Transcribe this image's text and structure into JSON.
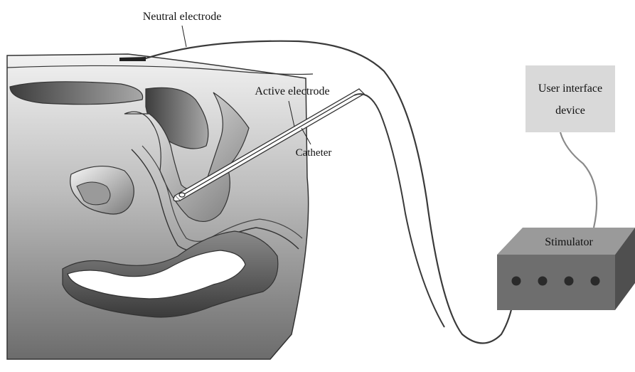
{
  "labels": {
    "neutral_electrode": "Neutral electrode",
    "active_electrode": "Active electrode",
    "catheter": "Catheter",
    "ui_device_line1": "User interface",
    "ui_device_line2": "device",
    "stimulator": "Stimulator"
  },
  "stimulator": {
    "port_count": 4
  },
  "colors": {
    "cable": "#3a3a3a",
    "ui_cable": "#8a8a8a",
    "ui_box": "#d9d9d9",
    "stim_front": "#6e6e6e",
    "stim_top": "#9a9a9a",
    "stim_side": "#4f4f4f",
    "port": "#2a2a2a"
  }
}
